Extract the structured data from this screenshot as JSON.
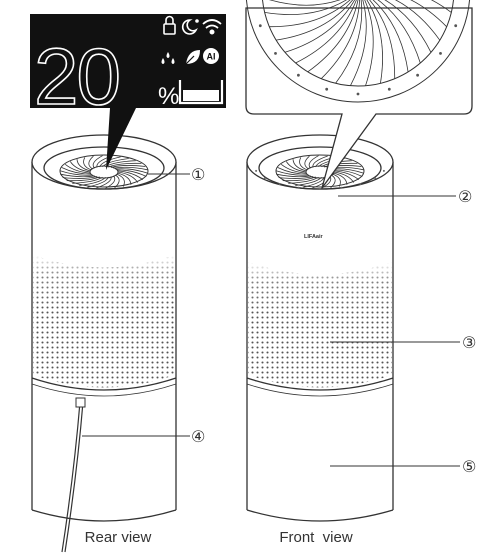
{
  "display": {
    "reading": "20",
    "unit": "%",
    "icons": [
      "lock-icon",
      "night-mode-icon",
      "wifi-icon",
      "drops-icon",
      "leaf-icon",
      "ai-icon",
      "water-tank-icon"
    ],
    "ai_badge": "AI"
  },
  "views": {
    "rear": {
      "label": "Rear view"
    },
    "front": {
      "label": "Front  view",
      "brand": "LIFAair"
    }
  },
  "callouts": [
    {
      "marker": "①"
    },
    {
      "marker": "②"
    },
    {
      "marker": "③"
    },
    {
      "marker": "④"
    },
    {
      "marker": "⑤"
    }
  ],
  "colors": {
    "stroke": "#333333",
    "panel": "#111111",
    "display_text": "#ffffff"
  }
}
